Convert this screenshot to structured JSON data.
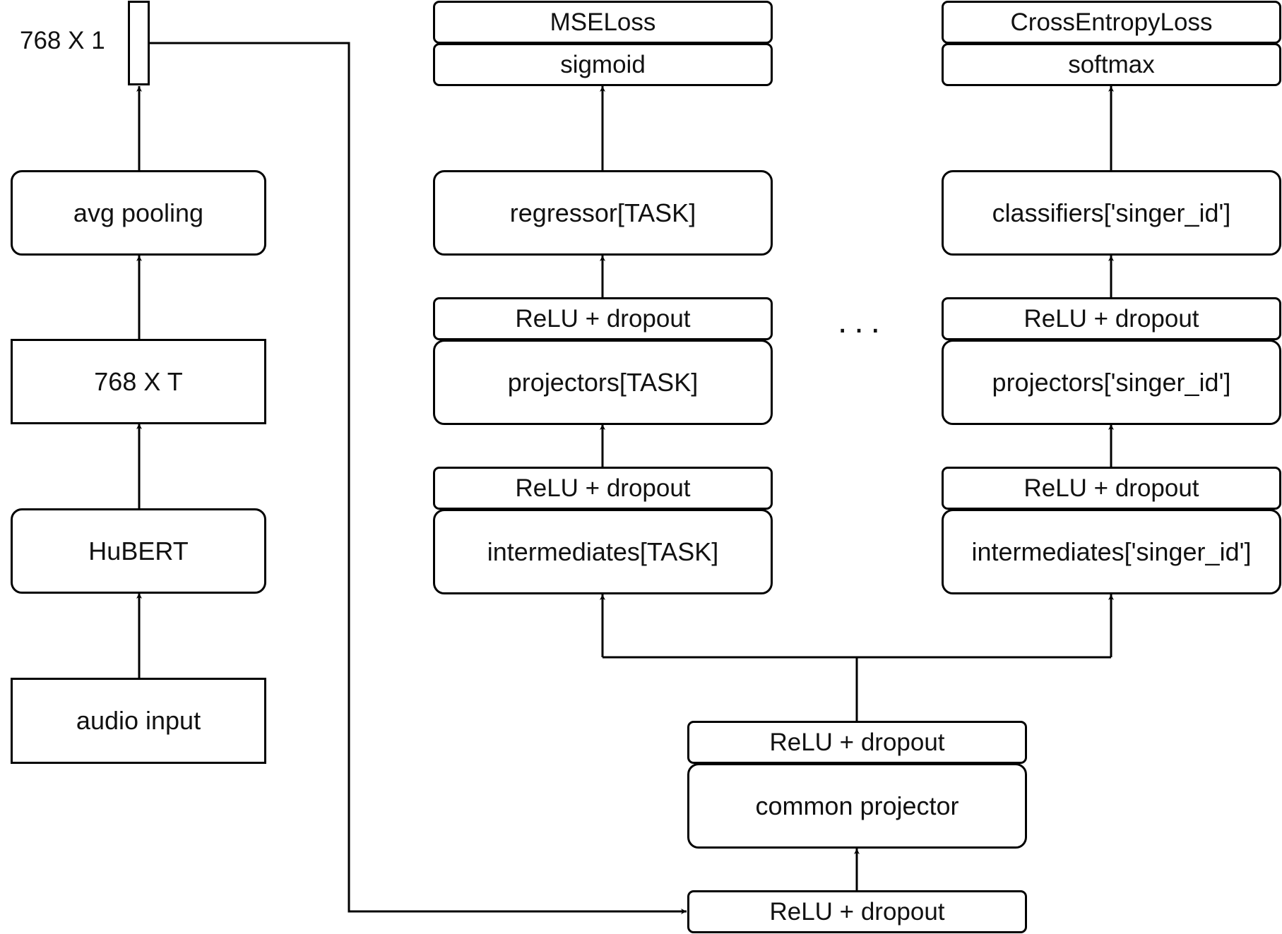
{
  "left_column": {
    "output_dim_label": "768 X 1",
    "avg_pooling": "avg pooling",
    "features_dim": "768 X T",
    "hubert": "HuBERT",
    "audio_input": "audio input"
  },
  "bottom": {
    "input_relu_dropout": "ReLU + dropout",
    "common_relu_dropout": "ReLU + dropout",
    "common_projector": "common projector"
  },
  "task_branch": {
    "loss": "MSELoss",
    "activation": "sigmoid",
    "regressor": "regressor[TASK]",
    "relu_dropout_upper": "ReLU + dropout",
    "projector": "projectors[TASK]",
    "relu_dropout_lower": "ReLU + dropout",
    "intermediate": "intermediates[TASK]"
  },
  "singer_branch": {
    "loss": "CrossEntropyLoss",
    "activation": "softmax",
    "classifier": "classifiers['singer_id']",
    "relu_dropout_upper": "ReLU + dropout",
    "projector": "projectors['singer_id']",
    "relu_dropout_lower": "ReLU + dropout",
    "intermediate": "intermediates['singer_id']"
  },
  "ellipsis": "..."
}
